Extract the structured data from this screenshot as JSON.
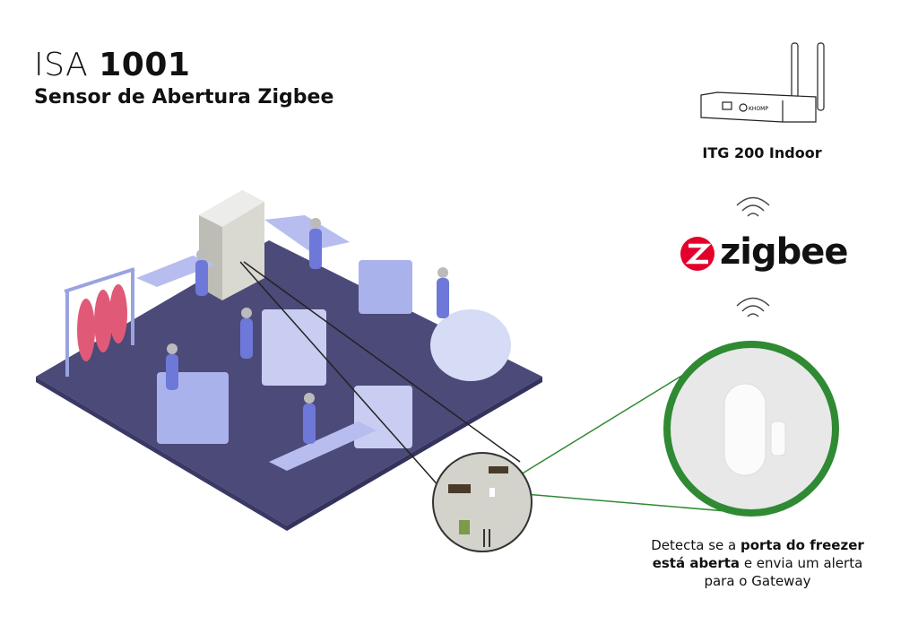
{
  "header": {
    "title_prefix": "ISA",
    "title_model": "1001",
    "subtitle": "Sensor de Abertura Zigbee"
  },
  "gateway": {
    "label": "ITG 200 Indoor",
    "brand": "KHOMP"
  },
  "protocol": {
    "name": "zigbee",
    "color": "#e4002b"
  },
  "description": {
    "part1": "Detecta se a ",
    "bold1": "porta do freezer",
    "bold2": "está aberta",
    "part2": " e envia um alerta",
    "part3": "para o Gateway"
  },
  "colors": {
    "floor": "#4b4a78",
    "highlight_ring": "#2f8a33",
    "machines": "#9aa3e0"
  }
}
